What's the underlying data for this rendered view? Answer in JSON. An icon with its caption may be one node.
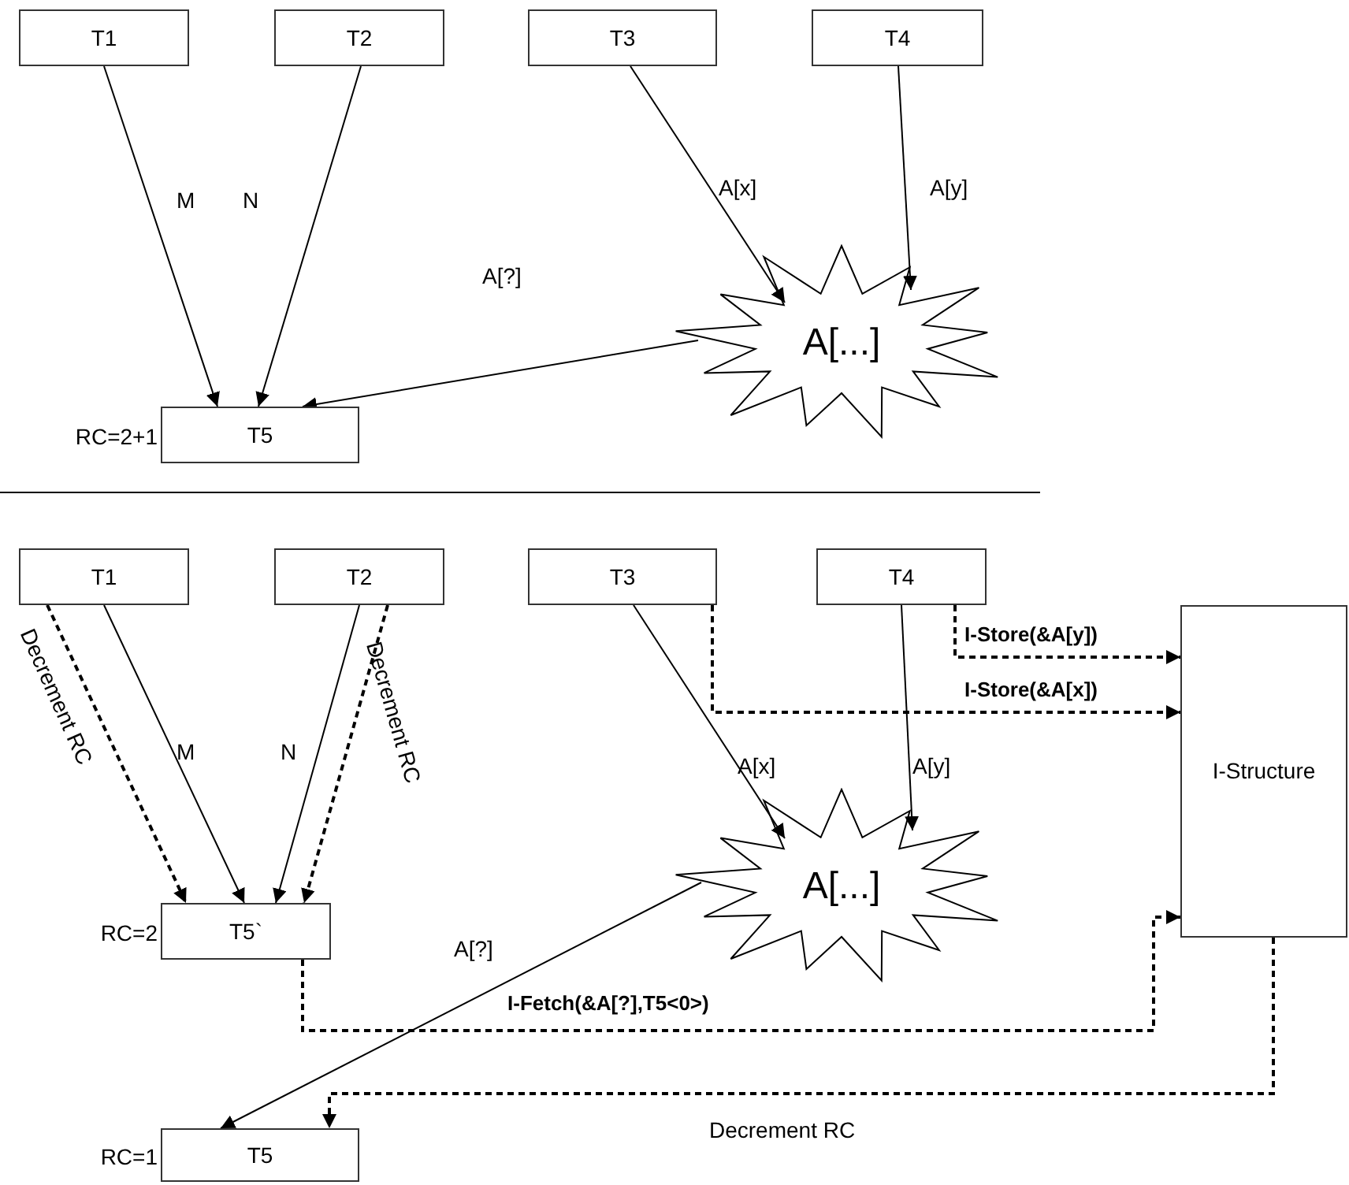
{
  "diagram": {
    "nodes": [
      {
        "text": [
          "T1"
        ]
      },
      {
        "text": [
          "T2"
        ]
      },
      {
        "text": [
          "T3"
        ]
      },
      {
        "text": [
          "T4"
        ]
      },
      {
        "text": [
          "A[...]"
        ]
      },
      {
        "text": [
          "T5"
        ],
        "beside": [
          "RC=2+1"
        ]
      },
      {
        "text": [
          "T1"
        ]
      },
      {
        "text": [
          "T2"
        ]
      },
      {
        "text": [
          "T3"
        ]
      },
      {
        "text": [
          "T4"
        ]
      },
      {
        "text": [
          "I-Structure"
        ]
      },
      {
        "text": [
          "A[...]"
        ]
      },
      {
        "text": [
          "T5`"
        ],
        "beside": [
          "RC=2"
        ]
      },
      {
        "text": [
          "T5"
        ],
        "beside": [
          "RC=1"
        ]
      }
    ],
    "edges": [
      {
        "from": 0,
        "to": 5,
        "arrow": "to",
        "label": "M"
      },
      {
        "from": 1,
        "to": 5,
        "arrow": "to",
        "label": "N"
      },
      {
        "from": 2,
        "to": 4,
        "arrow": "to",
        "label": "A[x]"
      },
      {
        "from": 3,
        "to": 4,
        "arrow": "to",
        "label": "A[y]"
      },
      {
        "from": 4,
        "to": 5,
        "arrow": "to",
        "label": "A[?]"
      },
      {
        "from": 6,
        "to": 12,
        "arrow": "to",
        "label": "Decrement RC",
        "style": "dashed"
      },
      {
        "from": 6,
        "to": 12,
        "arrow": "to",
        "label": "M"
      },
      {
        "from": 7,
        "to": 12,
        "arrow": "to",
        "label": "N"
      },
      {
        "from": 7,
        "to": 12,
        "arrow": "to",
        "label": "Decrement RC",
        "style": "dashed"
      },
      {
        "from": 8,
        "to": 11,
        "arrow": "to",
        "label": "A[x]"
      },
      {
        "from": 8,
        "to": 10,
        "arrow": "to",
        "label": "I-Store(&A[x])",
        "style": "dashed"
      },
      {
        "from": 9,
        "to": 11,
        "arrow": "to",
        "label": "A[y]"
      },
      {
        "from": 9,
        "to": 10,
        "arrow": "to",
        "label": "I-Store(&A[y])",
        "style": "dashed"
      },
      {
        "from": 12,
        "to": 10,
        "arrow": "to",
        "label": "I-Fetch(&A[?],T5<0>)",
        "style": "dashed"
      },
      {
        "from": 11,
        "to": 13,
        "arrow": "to",
        "label": "A[?]"
      },
      {
        "from": 10,
        "to": 13,
        "arrow": "to",
        "label": "Decrement RC",
        "style": "dashed"
      }
    ]
  }
}
